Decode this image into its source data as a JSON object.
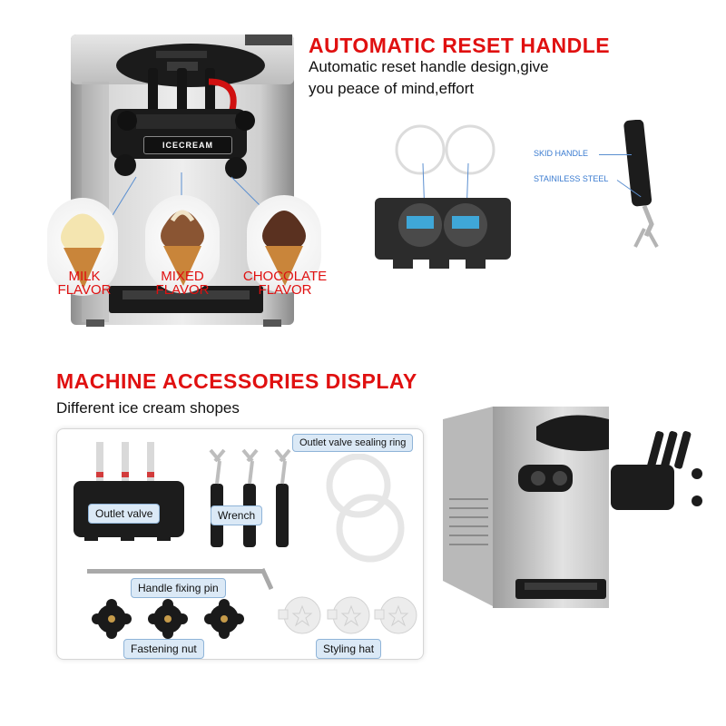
{
  "machine_top": {
    "brand_badge": "ICECREAM",
    "flavors": [
      {
        "line1": "MILK",
        "line2": "FLAVOR"
      },
      {
        "line1": "MIXED",
        "line2": "FLAVOR"
      },
      {
        "line1": "CHOCOLATE",
        "line2": "FLAVOR"
      }
    ]
  },
  "reset_section": {
    "title": "AUTOMATIC RESET HANDLE",
    "desc_line1": "Automatic reset handle design,give",
    "desc_line2": "you peace of mind,effort",
    "labels": {
      "skid_handle": "SKID HANDLE",
      "stainless_steel": "STAINILESS STEEL"
    }
  },
  "accessories_section": {
    "title": "MACHINE ACCESSORIES DISPLAY",
    "subtitle": "Different ice cream shopes",
    "items": {
      "outlet_valve": "Outlet valve",
      "wrench": "Wrench",
      "sealing_ring": "Outlet valve sealing ring",
      "fixing_pin": "Handle fixing pin",
      "fastening_nut": "Fastening nut",
      "styling_hat": "Styling hat"
    }
  },
  "colors": {
    "title_red": "#e01010",
    "label_blue_bg": "#dbe9f6",
    "label_blue_text": "#3a7bd0",
    "machine_steel": "#c9c9c9",
    "machine_dark": "#1e1e1e"
  }
}
